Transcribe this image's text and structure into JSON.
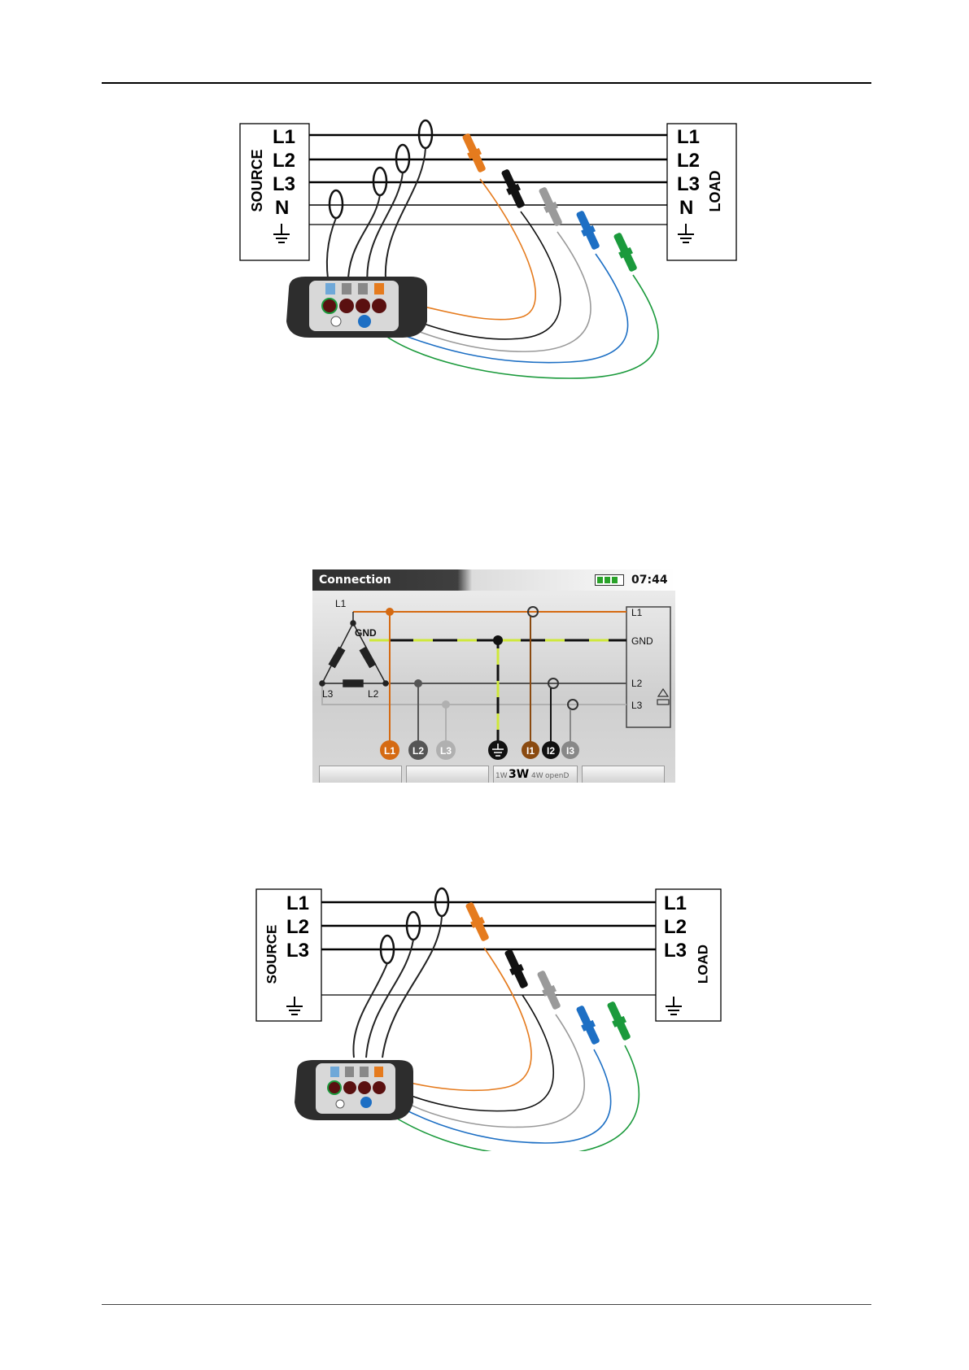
{
  "figure1": {
    "source_label": "SOURCE",
    "load_label": "LOAD",
    "lines": [
      "L1",
      "L2",
      "L3",
      "N"
    ]
  },
  "screen": {
    "title": "Connection",
    "clock": "07:44",
    "nodes": {
      "l1": "L1",
      "gnd": "GND",
      "l2": "L2",
      "l3": "L3"
    },
    "right_labels": {
      "l1": "L1",
      "gnd": "GND",
      "l2": "L2",
      "l3": "L3"
    },
    "terminals": [
      "L1",
      "L2",
      "L3",
      "I1",
      "I2",
      "I3"
    ],
    "function_keys": [
      "",
      "",
      "",
      ""
    ],
    "mode_options": {
      "opt1": "1W",
      "selected": "3W",
      "opt3": "4W",
      "opt4": "openD"
    },
    "colors": {
      "l1": "#d56a12",
      "l2": "#555555",
      "l3": "#b0b0b0",
      "gnd": "#cfe83a",
      "header": "#3a3a3a"
    }
  },
  "figure2": {
    "source_label": "SOURCE",
    "load_label": "LOAD",
    "lines": [
      "L1",
      "L2",
      "L3"
    ]
  },
  "probe_colors": {
    "orange": "#e57b1e",
    "black": "#111111",
    "grey": "#9a9a9a",
    "blue": "#1d6fc4",
    "green": "#1b9a3c"
  }
}
